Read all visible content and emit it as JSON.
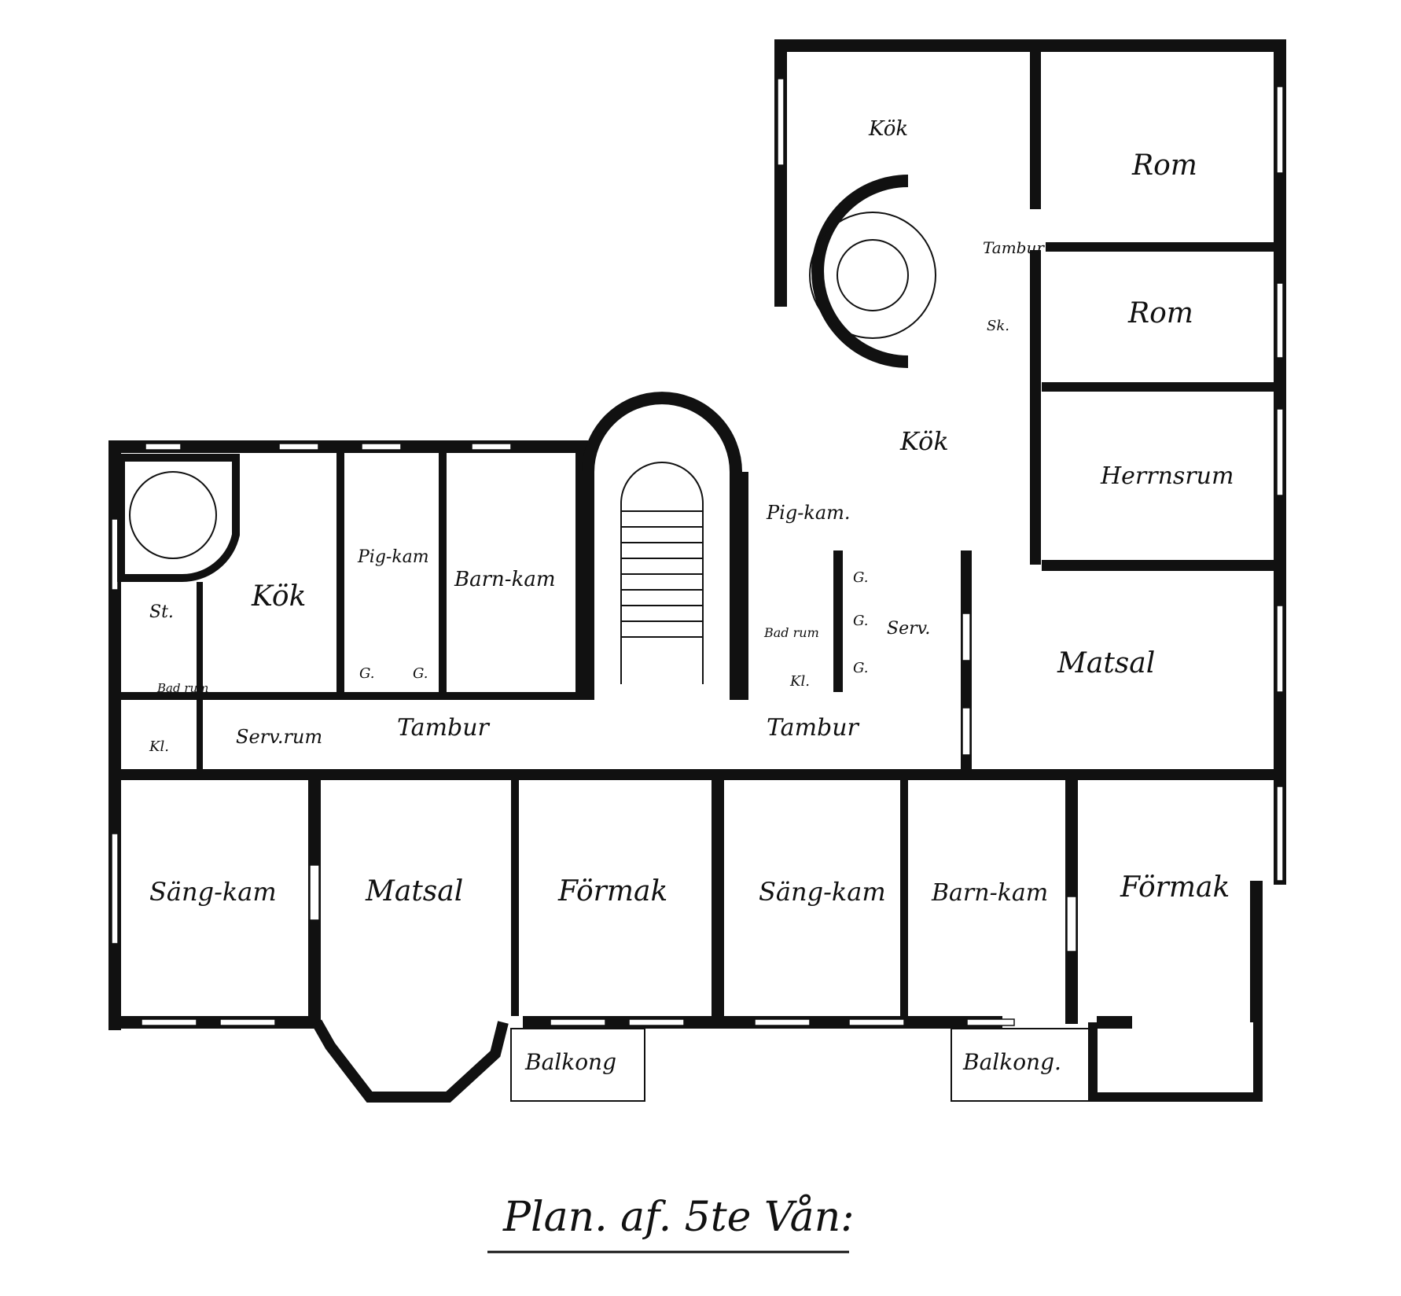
{
  "title": "Plan. af. 5te Vån:",
  "rooms": {
    "kok_top": "Kök",
    "rom_1": "Rom",
    "rom_2": "Rom",
    "tambur_top": "Tambur",
    "sk": "Sk.",
    "kok_mid": "Kök",
    "herrnsrum": "Herrnsrum",
    "pig_kam_mid": "Pig-kam.",
    "matsal_right": "Matsal",
    "bad_rum_mid": "Bad rum",
    "kl_mid": "Kl.",
    "serv_mid": "Serv.",
    "g1": "G.",
    "g2": "G.",
    "g3": "G.",
    "tambur_mid": "Tambur",
    "kok_left": "Kök",
    "pig_kam_left": "Pig-kam",
    "barn_kam_left": "Barn-kam",
    "st": "St.",
    "bad_rum_left": "Bad rum",
    "kl_left": "Kl.",
    "serv_rum": "Serv.rum",
    "tambur_left": "Tambur",
    "g4": "G.",
    "g5": "G.",
    "sang_kam_1": "Säng-kam",
    "matsal_left": "Matsal",
    "formak_1": "Förmak",
    "sang_kam_2": "Säng-kam",
    "barn_kam_2": "Barn-kam",
    "formak_2": "Förmak",
    "balkong_1": "Balkong",
    "balkong_2": "Balkong."
  }
}
